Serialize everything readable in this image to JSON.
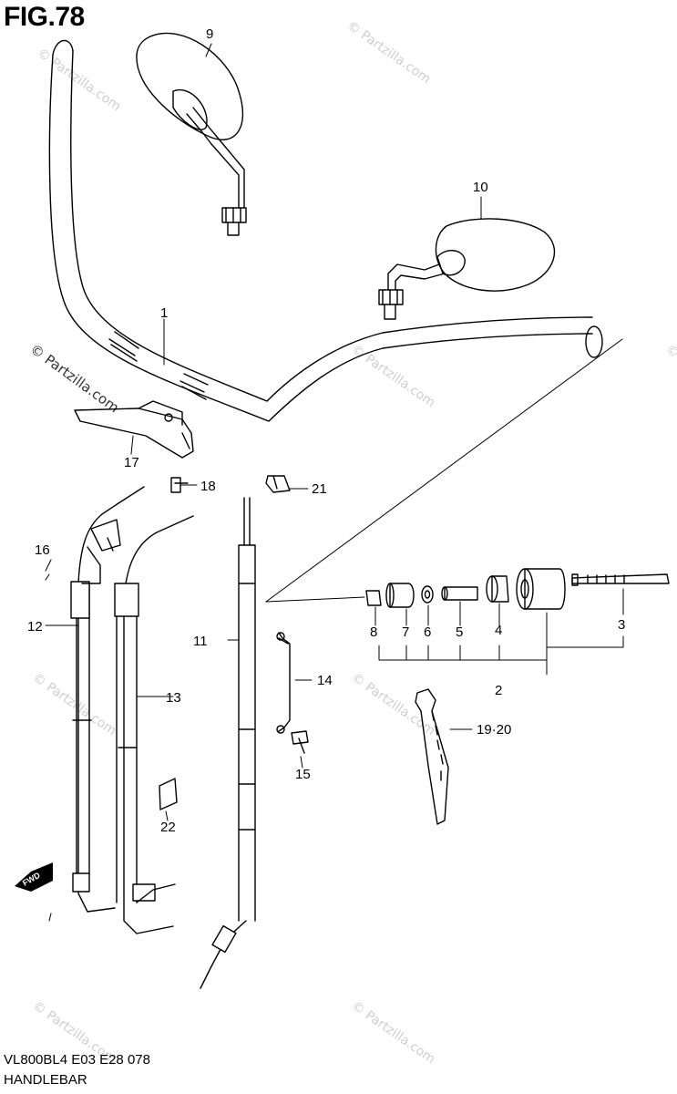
{
  "figure_title": "FIG.78",
  "model_code": "VL800BL4  E03  E28  078",
  "section_name": "HANDLEBAR",
  "watermark": "© Partzilla.com",
  "direction_badge": "FWD",
  "callouts": {
    "c1": "1",
    "c2": "2",
    "c3": "3",
    "c4": "4",
    "c5": "5",
    "c6": "6",
    "c7": "7",
    "c8": "8",
    "c9": "9",
    "c10": "10",
    "c11": "11",
    "c12": "12",
    "c13": "13",
    "c14": "14",
    "c15": "15",
    "c16": "16",
    "c17": "17",
    "c18": "18",
    "c19_20": "19·20",
    "c21": "21",
    "c22": "22"
  }
}
